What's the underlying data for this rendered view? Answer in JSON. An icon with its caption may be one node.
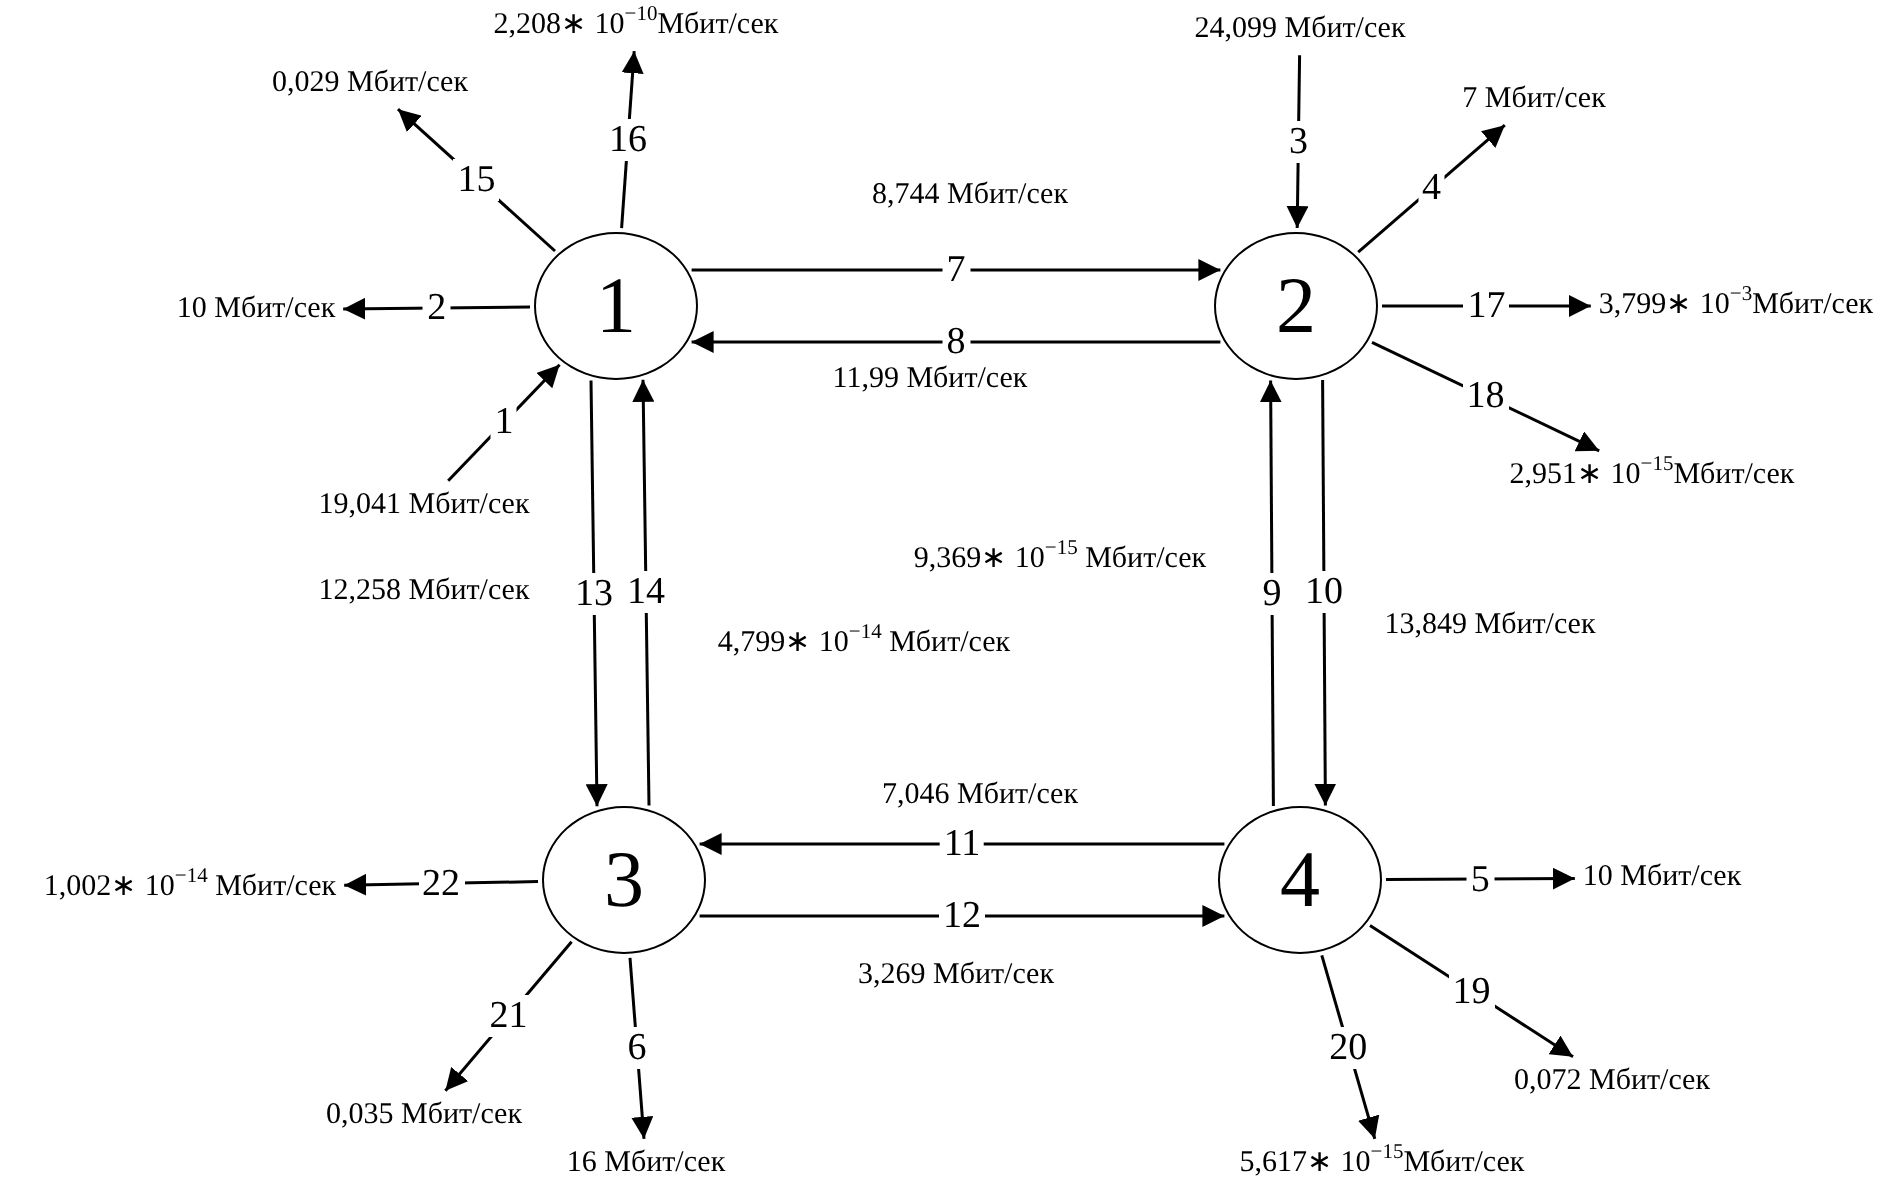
{
  "diagram": {
    "nodes": [
      {
        "text": [
          "1"
        ]
      },
      {
        "text": [
          "2"
        ]
      },
      {
        "text": [
          "3"
        ]
      },
      {
        "text": [
          "4"
        ]
      },
      {
        "text": [
          "2,208∗ 10$^{−10}$Мбит/сек"
        ]
      },
      {
        "text": [
          "24,099 Мбит/сек"
        ]
      },
      {
        "text": [
          "0,029 Мбит/сек"
        ]
      },
      {
        "text": [
          "7 Мбит/сек"
        ]
      },
      {
        "text": [
          "10 Мбит/сек"
        ]
      },
      {
        "text": [
          "3,799∗ 10$^{−3}$Мбит/сек"
        ]
      },
      {
        "text": [
          "19,041 Мбит/сек"
        ]
      },
      {
        "text": [
          "2,951∗ 10$^{−15}$Мбит/сек"
        ]
      },
      {
        "text": [
          "1,002∗ 10$^{−14}$ Мбит/сек"
        ]
      },
      {
        "text": [
          "10 Мбит/сек"
        ]
      },
      {
        "text": [
          "0,035 Мбит/сек"
        ]
      },
      {
        "text": [
          "16 Мбит/сек"
        ]
      },
      {
        "text": [
          "0,072 Мбит/сек"
        ]
      },
      {
        "text": [
          "5,617∗ 10$^{−15}$Мбит/сек"
        ]
      }
    ],
    "edges": [
      {
        "from": 10,
        "to": 0,
        "arrow": "to",
        "label": "1"
      },
      {
        "from": 0,
        "to": 8,
        "arrow": "to",
        "label": "2"
      },
      {
        "from": 5,
        "to": 1,
        "arrow": "to",
        "label": "3"
      },
      {
        "from": 1,
        "to": 7,
        "arrow": "to",
        "label": "4"
      },
      {
        "from": 3,
        "to": 13,
        "arrow": "to",
        "label": "5"
      },
      {
        "from": 2,
        "to": 15,
        "arrow": "to",
        "label": "6"
      },
      {
        "from": 0,
        "to": 1,
        "arrow": "to",
        "label": "7"
      },
      {
        "from": 1,
        "to": 0,
        "arrow": "to",
        "label": "8"
      },
      {
        "from": 3,
        "to": 1,
        "arrow": "to",
        "label": "9"
      },
      {
        "from": 1,
        "to": 3,
        "arrow": "to",
        "label": "10"
      },
      {
        "from": 3,
        "to": 2,
        "arrow": "to",
        "label": "11"
      },
      {
        "from": 2,
        "to": 3,
        "arrow": "to",
        "label": "12"
      },
      {
        "from": 0,
        "to": 2,
        "arrow": "to",
        "label": "13"
      },
      {
        "from": 2,
        "to": 0,
        "arrow": "to",
        "label": "14"
      },
      {
        "from": 0,
        "to": 6,
        "arrow": "to",
        "label": "15"
      },
      {
        "from": 0,
        "to": 4,
        "arrow": "to",
        "label": "16"
      },
      {
        "from": 1,
        "to": 9,
        "arrow": "to",
        "label": "17"
      },
      {
        "from": 1,
        "to": 11,
        "arrow": "to",
        "label": "18"
      },
      {
        "from": 3,
        "to": 16,
        "arrow": "to",
        "label": "19"
      },
      {
        "from": 3,
        "to": 17,
        "arrow": "to",
        "label": "20"
      },
      {
        "from": 2,
        "to": 14,
        "arrow": "to",
        "label": "21"
      },
      {
        "from": 2,
        "to": 12,
        "arrow": "to",
        "label": "22"
      }
    ],
    "labels": [
      "8,744 Мбит/сек",
      "11,99 Мбит/сек",
      "9,369∗ 10$^{−15}$ Мбит/сек",
      "12,258 Мбит/сек",
      "13,849 Мбит/сек",
      "4,799∗ 10$^{−14}$ Мбит/сек",
      "7,046 Мбит/сек",
      "3,269 Мбит/сек"
    ]
  }
}
